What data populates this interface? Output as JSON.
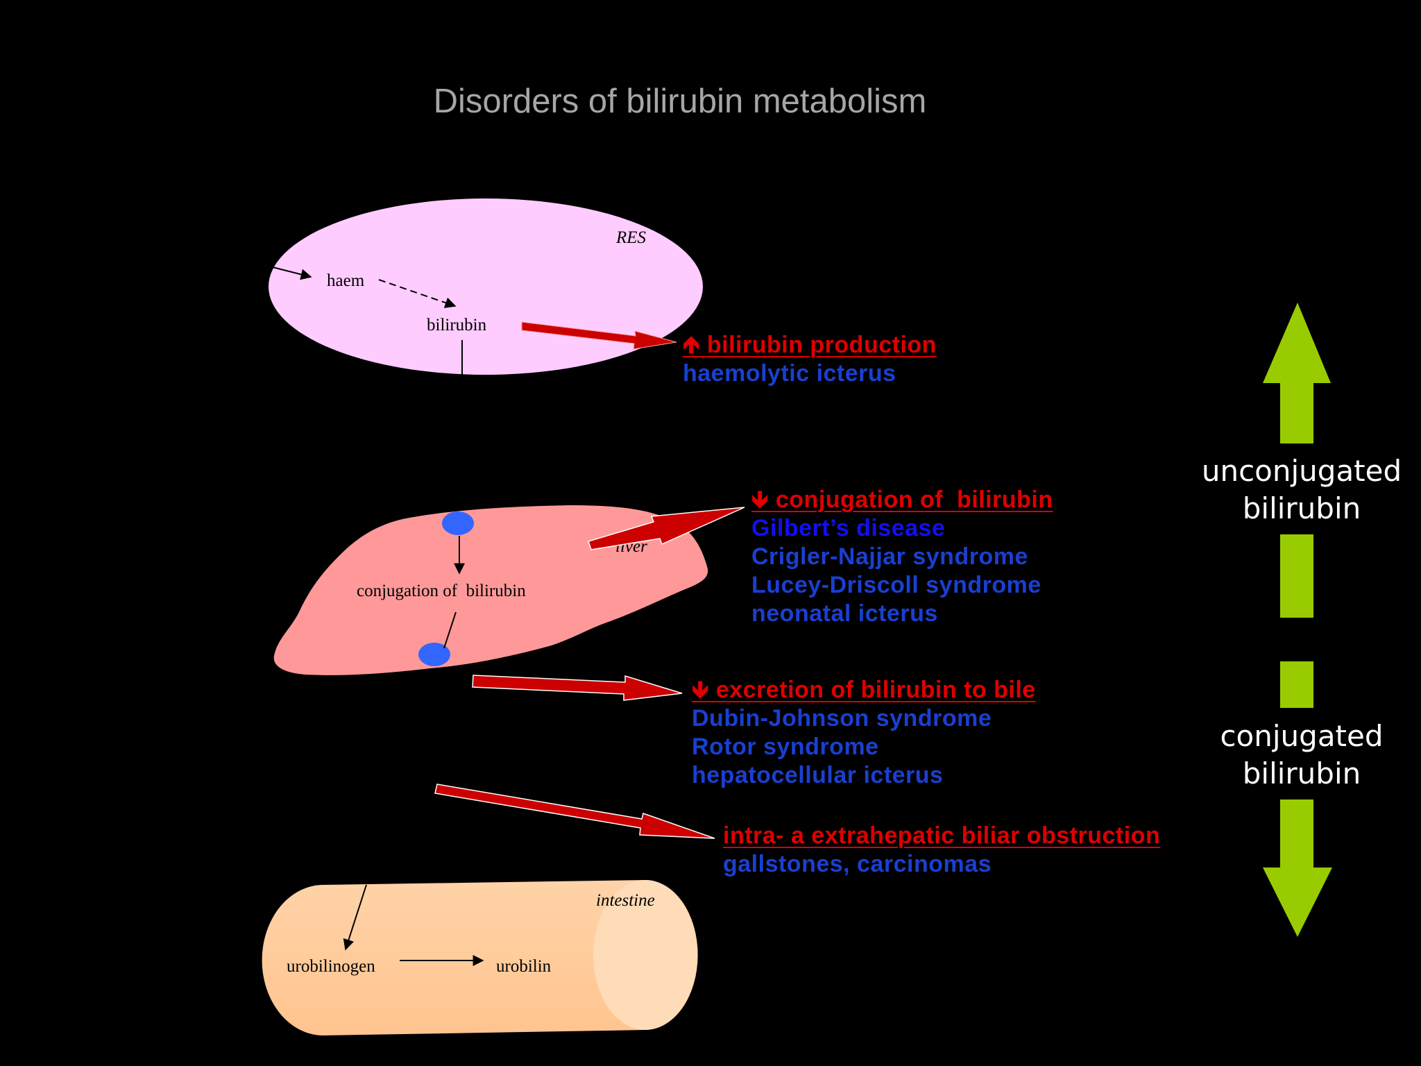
{
  "title": "Disorders of bilirubin metabolism",
  "res": {
    "label": "RES",
    "haem": "haem",
    "bilirubin": "bilirubin"
  },
  "liver": {
    "label": "liver",
    "process": "conjugation of  bilirubin"
  },
  "intestine": {
    "label": "intestine",
    "urobilinogen": "urobilinogen",
    "urobilin": "urobilin"
  },
  "disorders": [
    {
      "heading": "bilirubin production",
      "arrow": "up",
      "items": [
        "haemolytic icterus"
      ]
    },
    {
      "heading": "conjugation of  bilirubin",
      "arrow": "down",
      "items": [
        "Gilbert’s disease",
        "Crigler-Najjar syndrome",
        "Lucey-Driscoll syndrome",
        "neonatal icterus"
      ]
    },
    {
      "heading": "excretion of bilirubin to bile",
      "arrow": "down",
      "items": [
        "Dubin-Johnson syndrome",
        "Rotor syndrome",
        "hepatocellular icterus"
      ]
    },
    {
      "heading": "intra- a extrahepatic biliar obstruction",
      "arrow": "none",
      "items": [
        "gallstones, carcinomas"
      ]
    }
  ],
  "side": {
    "unconjugated_line1": "unconjugated",
    "unconjugated_line2": "bilirubin",
    "conjugated_line1": "conjugated",
    "conjugated_line2": "bilirubin"
  },
  "colors": {
    "background": "#000000",
    "res_fill": "#ffccff",
    "liver_fill": "#ff9999",
    "intestine_fill": "#ffcc99",
    "arrow_red": "#cc0000",
    "heading_red": "#e00000",
    "item_blue": "#1a3fd1",
    "side_green": "#99cc00",
    "spot_blue": "#3366ff"
  }
}
